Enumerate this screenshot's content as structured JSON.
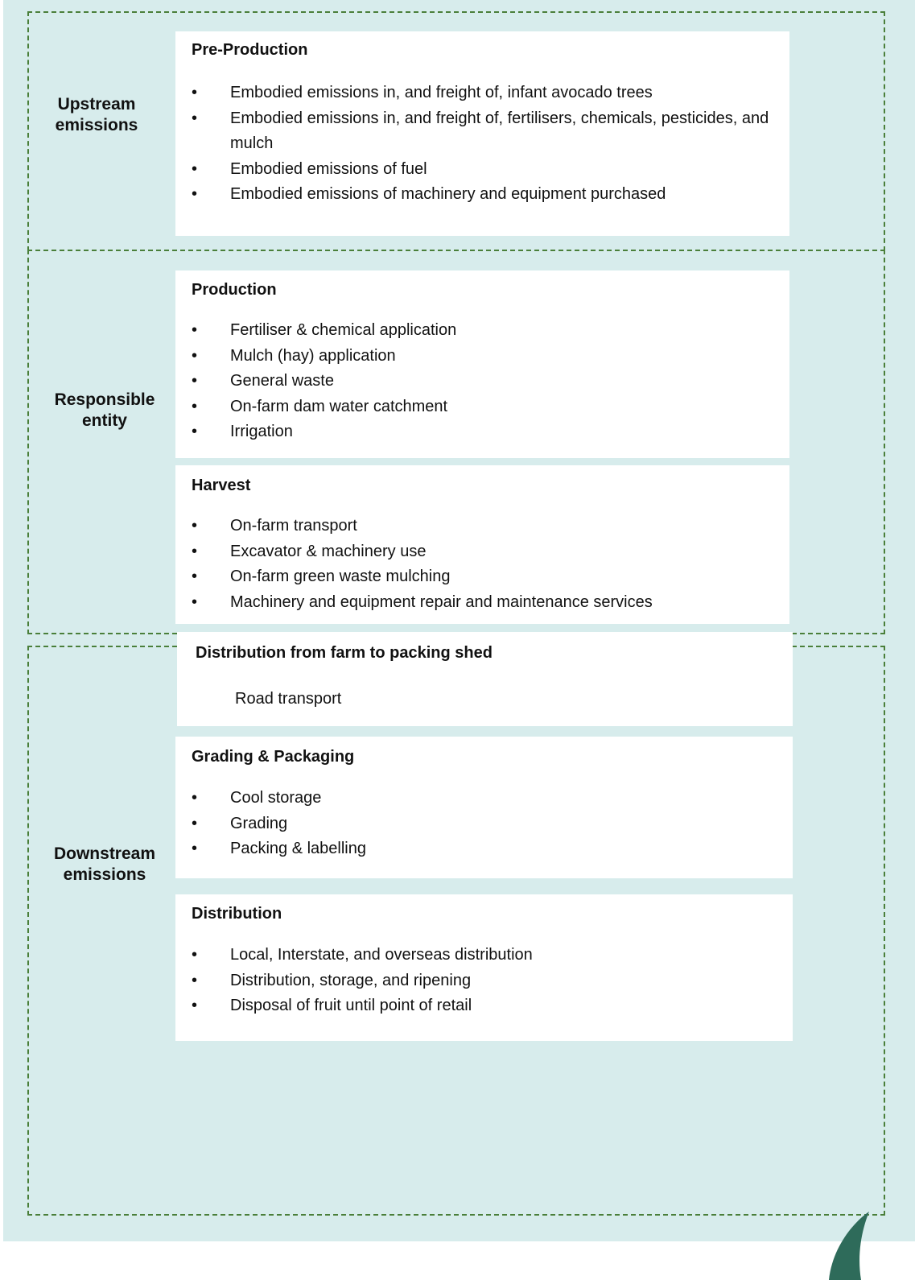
{
  "colors": {
    "background": "#d7ecec",
    "dashed_border": "#4a7f3a",
    "card": "#ffffff",
    "leaf": "#2e6b5a"
  },
  "zones": {
    "upstream": {
      "label_line1": "Upstream",
      "label_line2": "emissions"
    },
    "responsible": {
      "label_line1": "Responsible",
      "label_line2": "entity"
    },
    "downstream": {
      "label_line1": "Downstream",
      "label_line2": "emissions"
    }
  },
  "cards": {
    "pre_production": {
      "title": "Pre-Production",
      "items": [
        "Embodied emissions in, and freight of, infant avocado trees",
        "Embodied emissions in, and freight of, fertilisers, chemicals, pesticides, and mulch",
        "Embodied emissions of fuel",
        "Embodied emissions of machinery and equipment purchased"
      ]
    },
    "production": {
      "title": "Production",
      "items": [
        "Fertiliser & chemical application",
        "Mulch (hay) application",
        "General waste",
        "On-farm dam water catchment",
        "Irrigation"
      ]
    },
    "harvest": {
      "title": "Harvest",
      "items": [
        "On-farm transport",
        "Excavator & machinery use",
        "On-farm green waste mulching",
        "Machinery and equipment repair and maintenance services"
      ]
    },
    "distribution_farm": {
      "title": "Distribution from farm to packing shed",
      "item": "Road transport"
    },
    "grading": {
      "title": "Grading & Packaging",
      "items": [
        "Cool storage",
        "Grading",
        "Packing & labelling"
      ]
    },
    "distribution": {
      "title": "Distribution",
      "items": [
        "Local, Interstate, and overseas distribution",
        "Distribution, storage, and ripening",
        "Disposal of fruit until point of retail"
      ]
    }
  }
}
